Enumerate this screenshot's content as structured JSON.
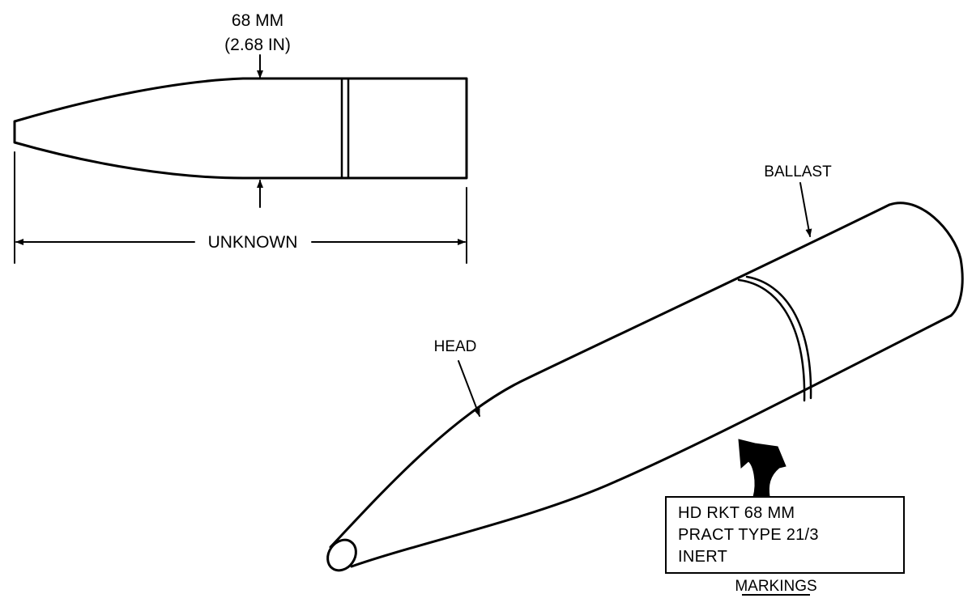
{
  "side_view": {
    "diameter_mm": "68 MM",
    "diameter_in": "(2.68 IN)",
    "length_label": "UNKNOWN"
  },
  "iso_view": {
    "ballast_label": "BALLAST",
    "head_label": "HEAD"
  },
  "markings_box": {
    "lines": [
      "HD RKT 68 MM",
      "PRACT TYPE 21/3",
      "INERT"
    ],
    "caption": "MARKINGS"
  }
}
